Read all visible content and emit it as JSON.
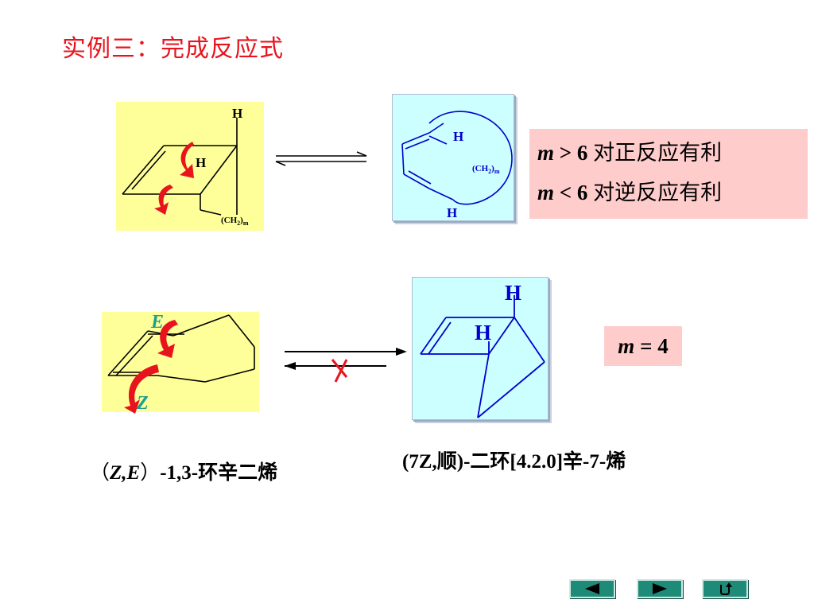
{
  "title": "实例三：完成反应式",
  "labels": {
    "H": "H",
    "ch2": "(CH",
    "ch2_sub2": "2",
    "ch2_close": ")",
    "ch2_subm": "m",
    "E": "E",
    "Z": "Z"
  },
  "conditions": {
    "line1_var": "m",
    "line1_op": " > 6 ",
    "line1_text": "对正反应有利",
    "line2_var": "m",
    "line2_op": " < 6 ",
    "line2_text": "对逆反应有利",
    "m4_var": "m",
    "m4_rest": " = 4"
  },
  "names": {
    "left_open": "（",
    "left_italic": "Z,E",
    "left_close": "）",
    "left_rest": "-1,3-环辛二烯",
    "right": "(7Z,顺)-二环[4.2.0]辛-7-烯"
  },
  "nav": {
    "prev": "prev-arrow",
    "next": "next-arrow",
    "return": "return-arrow"
  },
  "colors": {
    "title": "#e8141d",
    "yellow_panel": "#ffff99",
    "cyan_panel": "#ccffff",
    "pink_panel": "#ffcccc",
    "structure_blue": "#0000cc",
    "arrow_red": "#e8141d",
    "EZ_teal": "#1aa08a",
    "nav_green": "#1e8a78"
  }
}
